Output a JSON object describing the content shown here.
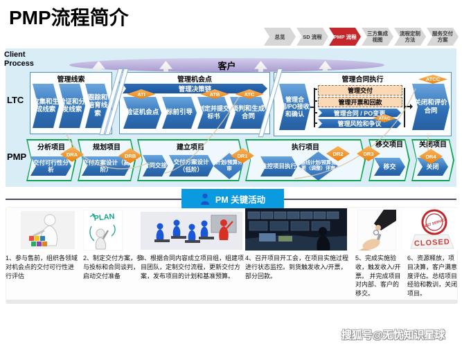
{
  "title": "PMP流程简介",
  "nav": {
    "items": [
      {
        "label": "总览"
      },
      {
        "label": "SD 流程"
      },
      {
        "label": "PMP 流程"
      },
      {
        "label": "三方集成 视图"
      },
      {
        "label": "流程定制 方法"
      },
      {
        "label": "服务交付 方案"
      }
    ],
    "active_index": 2
  },
  "diagram": {
    "row_labels": {
      "client": "Client Process",
      "ltc": "LTC",
      "pmp": "PMP"
    },
    "customer_band": "客户",
    "ltc": {
      "lead_group": {
        "title": "管理线索",
        "steps": [
          "收集和生成线索",
          "验证和分发线索",
          "跟踪和培育线索"
        ]
      },
      "opportunity_group": {
        "title": "管理机会点",
        "decision_chain": "管理决策链",
        "steps": [
          {
            "text": "验证机会点",
            "milestone": "ATI"
          },
          {
            "text": "标前引导",
            "milestone": ""
          },
          {
            "text": "制定并提交标书",
            "milestone": "ATB"
          },
          {
            "text": "谈判和生成合同",
            "milestone": "ATC"
          }
        ]
      },
      "contract_group": {
        "title": "管理合同执行",
        "entry_step": "管理合同/PO接收和确认",
        "tracks": [
          {
            "text": "管理交付"
          },
          {
            "text": "管理开票和回款"
          },
          {
            "text": "管理合同 / PO变更"
          },
          {
            "text": "管理风险和争议",
            "milestone": "ATAC"
          }
        ],
        "exit_step": {
          "text": "关闭和评价合同",
          "milestone": "ATCC"
        }
      }
    },
    "pmp": {
      "sections": [
        {
          "title": "分析项目",
          "steps": [
            {
              "text": "交付可行性分析",
              "milestone": "DRA"
            }
          ]
        },
        {
          "title": "规划项目",
          "steps": [
            {
              "text": "交付方案设计（高阶）",
              "milestone": "DRB"
            }
          ]
        },
        {
          "title": "建立项目",
          "steps": [
            {
              "text": "合同交接"
            },
            {
              "text": "交付方案设计（低阶）"
            },
            {
              "text": "计划/预算评审",
              "milestone": "DR1"
            }
          ]
        },
        {
          "title": "执行项目",
          "steps": [
            {
              "text": "监控项目执行"
            },
            {
              "text": "基线计划/预算变更（调整）评审",
              "milestone": "DR2"
            }
          ],
          "gate": "DR3"
        },
        {
          "title": "移交项目",
          "steps": [
            {
              "text": "移交"
            }
          ]
        },
        {
          "title": "关闭项目",
          "steps": [
            {
              "text": "关闭",
              "milestone": "DR4"
            }
          ]
        }
      ]
    }
  },
  "key_activities_banner": "PM 关键活动",
  "activities": [
    {
      "text": "1、参与售前，组织各领域对机会点的交付可行性进行评估"
    },
    {
      "text": "2、制定交付方案，参与投标和合同谈判，启动交付准备"
    },
    {
      "text": "3、根据合同内容成立项目组，组建项目团队，定制交付流程，更新交付方案，发布项目的计划和基准预算。"
    },
    {
      "text": "4、召开项目开工会，在项目实施过程进行状态监控。到货触发收入/开票，部分回款。"
    },
    {
      "text": "5、完成实施验收，触发收入/开票。 并完成项目对内部、客户的移交。"
    },
    {
      "text": "6、资源释放，项目决算，客户满意度评估。总结项目经验和教训，关闭项目。"
    }
  ],
  "graphics": {
    "plan_text": "PLAN",
    "stamp_ring_text": "BEST SERVICE",
    "stamp_sign_text": "CLOSED"
  },
  "watermark": "搜狐号@无忧知识星球",
  "colors": {
    "panel_bg": "#d9edf7",
    "accent_blue": "#2e6fb7",
    "decision_chain_blue": "#1c559e",
    "milestone_orange": "#ec820e",
    "section_green": "#0ea24f",
    "nav_active_red": "#c5272b",
    "customer_purple": "#a99bd0",
    "banner_blue": "#0a9ae0",
    "track_peach": "#fbd8b6"
  }
}
